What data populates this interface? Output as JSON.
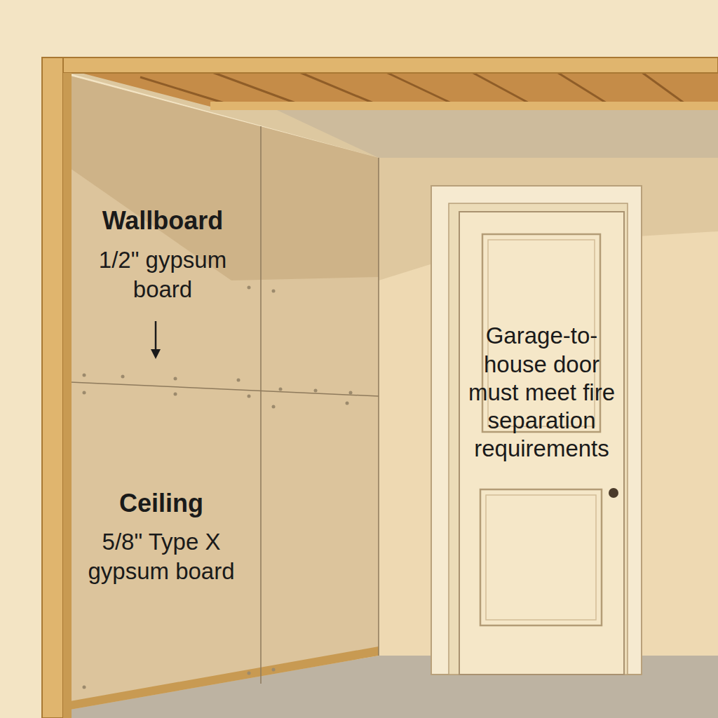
{
  "diagram": {
    "nodes": [
      {
        "text": [
          "Garage-to-house door must meet fire separation requirements"
        ]
      }
    ],
    "labels": [
      "Wallboard",
      "1/2\" gypsum board",
      "Ceiling",
      "5/8\" Type X gypsum board"
    ]
  }
}
